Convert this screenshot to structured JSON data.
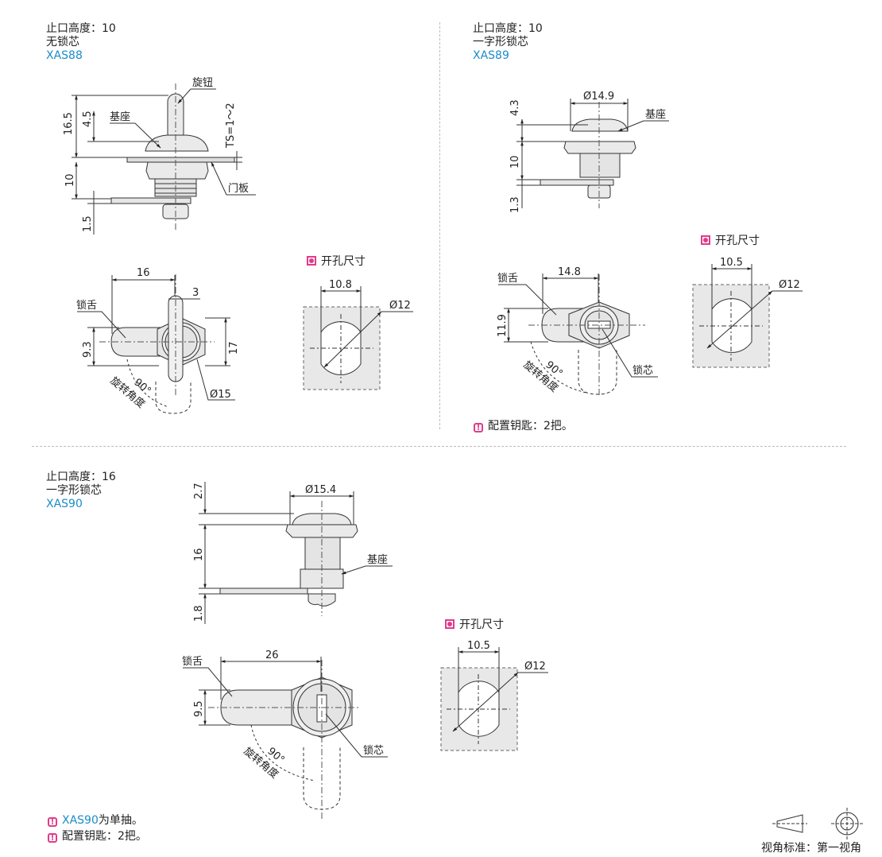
{
  "sections": [
    {
      "height": "止口高度：10",
      "core": "无锁芯",
      "code": "XAS88"
    },
    {
      "height": "止口高度：10",
      "core": "一字形锁芯",
      "code": "XAS89"
    },
    {
      "height": "止口高度：16",
      "core": "一字形锁芯",
      "code": "XAS90"
    }
  ],
  "labels": {
    "knob": "旋钮",
    "base": "基座",
    "door": "门板",
    "tongue": "锁舌",
    "core": "锁芯",
    "rotation": "旋转角度",
    "angle": "90°",
    "ts": "TS=1～2"
  },
  "dims": {
    "a": {
      "h1": "16.5",
      "h2": "4.5",
      "h3": "10",
      "h4": "1.5",
      "w1": "16",
      "w2": "3",
      "h5": "9.3",
      "h6": "17",
      "d": "Ø15"
    },
    "b": {
      "d": "Ø14.9",
      "h1": "4.3",
      "h2": "10",
      "h3": "1.3",
      "w1": "14.8",
      "h4": "11.9"
    },
    "c": {
      "d": "Ø15.4",
      "h1": "2.7",
      "h2": "16",
      "h3": "1.8",
      "w1": "26",
      "h4": "9.5"
    }
  },
  "hole": {
    "title": "开孔尺寸",
    "a": {
      "w": "10.8",
      "d": "Ø12"
    },
    "b": {
      "w": "10.5",
      "d": "Ø12"
    },
    "c": {
      "w": "10.5",
      "d": "Ø12"
    }
  },
  "notes": {
    "keys": "配置钥匙：2把。",
    "xas90_code": "XAS90",
    "xas90_rest": "为单抽。"
  },
  "view_standard": "视角标准：第一视角",
  "colors": {
    "accent": "#1a8cc8",
    "marker": "#e03c8a"
  }
}
